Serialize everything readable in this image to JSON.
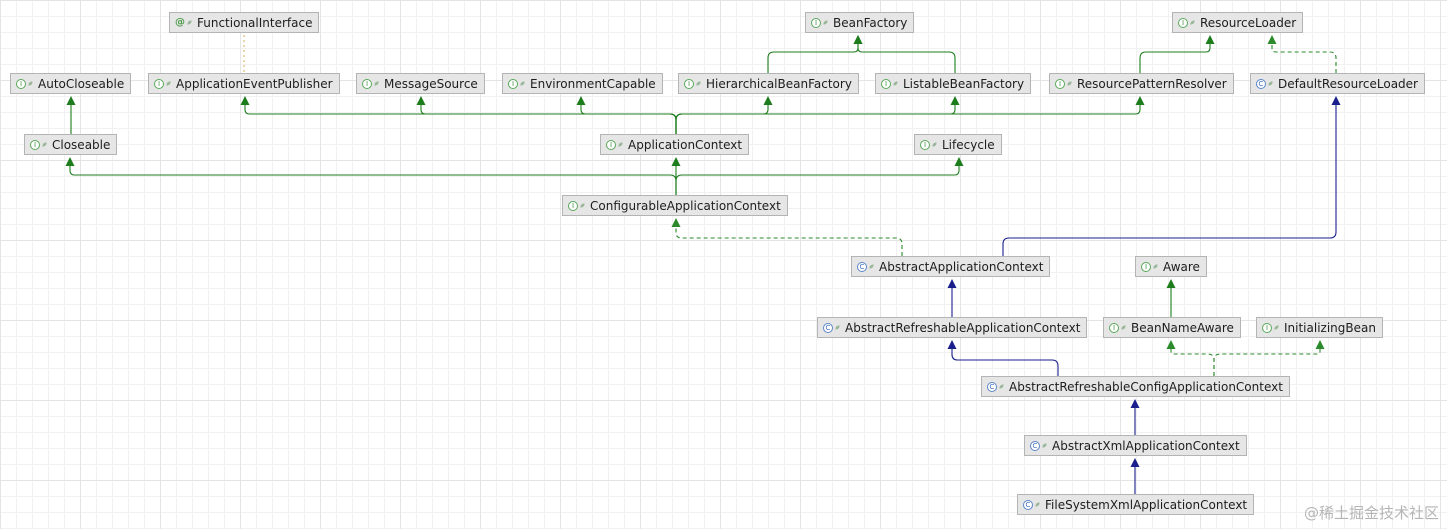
{
  "diagram": {
    "nodes": [
      {
        "id": "FunctionalInterface",
        "kind": "annotation",
        "label": "FunctionalInterface"
      },
      {
        "id": "BeanFactory",
        "kind": "interface",
        "label": "BeanFactory"
      },
      {
        "id": "ResourceLoader",
        "kind": "interface",
        "label": "ResourceLoader"
      },
      {
        "id": "AutoCloseable",
        "kind": "interface",
        "label": "AutoCloseable"
      },
      {
        "id": "ApplicationEventPublisher",
        "kind": "interface",
        "label": "ApplicationEventPublisher"
      },
      {
        "id": "MessageSource",
        "kind": "interface",
        "label": "MessageSource"
      },
      {
        "id": "EnvironmentCapable",
        "kind": "interface",
        "label": "EnvironmentCapable"
      },
      {
        "id": "HierarchicalBeanFactory",
        "kind": "interface",
        "label": "HierarchicalBeanFactory"
      },
      {
        "id": "ListableBeanFactory",
        "kind": "interface",
        "label": "ListableBeanFactory"
      },
      {
        "id": "ResourcePatternResolver",
        "kind": "interface",
        "label": "ResourcePatternResolver"
      },
      {
        "id": "DefaultResourceLoader",
        "kind": "class",
        "label": "DefaultResourceLoader"
      },
      {
        "id": "Closeable",
        "kind": "interface",
        "label": "Closeable"
      },
      {
        "id": "ApplicationContext",
        "kind": "interface",
        "label": "ApplicationContext"
      },
      {
        "id": "Lifecycle",
        "kind": "interface",
        "label": "Lifecycle"
      },
      {
        "id": "ConfigurableApplicationContext",
        "kind": "interface",
        "label": "ConfigurableApplicationContext"
      },
      {
        "id": "AbstractApplicationContext",
        "kind": "abstract",
        "label": "AbstractApplicationContext"
      },
      {
        "id": "Aware",
        "kind": "interface",
        "label": "Aware"
      },
      {
        "id": "AbstractRefreshableApplicationContext",
        "kind": "abstract",
        "label": "AbstractRefreshableApplicationContext"
      },
      {
        "id": "BeanNameAware",
        "kind": "interface",
        "label": "BeanNameAware"
      },
      {
        "id": "InitializingBean",
        "kind": "interface",
        "label": "InitializingBean"
      },
      {
        "id": "AbstractRefreshableConfigApplicationContext",
        "kind": "abstract",
        "label": "AbstractRefreshableConfigApplicationContext"
      },
      {
        "id": "AbstractXmlApplicationContext",
        "kind": "abstract",
        "label": "AbstractXmlApplicationContext"
      },
      {
        "id": "FileSystemXmlApplicationContext",
        "kind": "class",
        "label": "FileSystemXmlApplicationContext"
      }
    ],
    "edges": [
      {
        "from": "ApplicationEventPublisher",
        "to": "FunctionalInterface",
        "type": "annotation"
      },
      {
        "from": "HierarchicalBeanFactory",
        "to": "BeanFactory",
        "type": "interface-extends"
      },
      {
        "from": "ListableBeanFactory",
        "to": "BeanFactory",
        "type": "interface-extends"
      },
      {
        "from": "ResourcePatternResolver",
        "to": "ResourceLoader",
        "type": "interface-extends"
      },
      {
        "from": "DefaultResourceLoader",
        "to": "ResourceLoader",
        "type": "implements"
      },
      {
        "from": "Closeable",
        "to": "AutoCloseable",
        "type": "interface-extends"
      },
      {
        "from": "ApplicationContext",
        "to": "ApplicationEventPublisher",
        "type": "interface-extends"
      },
      {
        "from": "ApplicationContext",
        "to": "MessageSource",
        "type": "interface-extends"
      },
      {
        "from": "ApplicationContext",
        "to": "EnvironmentCapable",
        "type": "interface-extends"
      },
      {
        "from": "ApplicationContext",
        "to": "HierarchicalBeanFactory",
        "type": "interface-extends"
      },
      {
        "from": "ApplicationContext",
        "to": "ListableBeanFactory",
        "type": "interface-extends"
      },
      {
        "from": "ApplicationContext",
        "to": "ResourcePatternResolver",
        "type": "interface-extends"
      },
      {
        "from": "ConfigurableApplicationContext",
        "to": "Closeable",
        "type": "interface-extends"
      },
      {
        "from": "ConfigurableApplicationContext",
        "to": "ApplicationContext",
        "type": "interface-extends"
      },
      {
        "from": "ConfigurableApplicationContext",
        "to": "Lifecycle",
        "type": "interface-extends"
      },
      {
        "from": "AbstractApplicationContext",
        "to": "ConfigurableApplicationContext",
        "type": "implements"
      },
      {
        "from": "AbstractApplicationContext",
        "to": "DefaultResourceLoader",
        "type": "class-extends"
      },
      {
        "from": "AbstractRefreshableApplicationContext",
        "to": "AbstractApplicationContext",
        "type": "class-extends"
      },
      {
        "from": "BeanNameAware",
        "to": "Aware",
        "type": "interface-extends"
      },
      {
        "from": "AbstractRefreshableConfigApplicationContext",
        "to": "AbstractRefreshableApplicationContext",
        "type": "class-extends"
      },
      {
        "from": "AbstractRefreshableConfigApplicationContext",
        "to": "BeanNameAware",
        "type": "implements"
      },
      {
        "from": "AbstractRefreshableConfigApplicationContext",
        "to": "InitializingBean",
        "type": "implements"
      },
      {
        "from": "AbstractXmlApplicationContext",
        "to": "AbstractRefreshableConfigApplicationContext",
        "type": "class-extends"
      },
      {
        "from": "FileSystemXmlApplicationContext",
        "to": "AbstractXmlApplicationContext",
        "type": "class-extends"
      }
    ],
    "colors": {
      "interface_extends": "#1d7d1d",
      "implements": "#2b8a2b",
      "class_extends": "#1a1f8c",
      "annotation": "#d7b36a",
      "node_fill": "#e6e6e6",
      "node_border": "#b4b4b4"
    }
  },
  "icons": {
    "interface": "info-circle-icon",
    "abstract": "abstract-class-icon",
    "class": "class-icon",
    "annotation": "at-sign-icon",
    "visibility": "leaf-icon"
  },
  "watermark": "@稀土掘金技术社区"
}
